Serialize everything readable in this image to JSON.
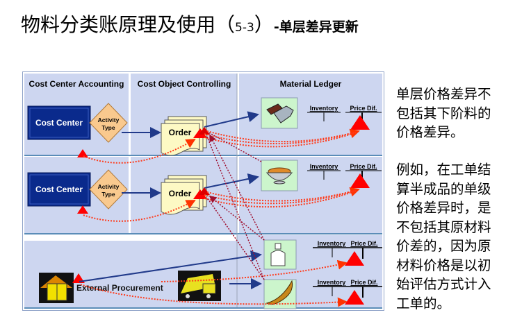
{
  "title": {
    "main": "物料分类账原理及使用（",
    "number": "5-3",
    "close": "）",
    "subtitle": "-单层差异更新"
  },
  "diagram": {
    "columns": [
      "Cost Center Accounting",
      "Cost Object Controlling",
      "Material Ledger"
    ],
    "rows": [
      {
        "cost_center": "Cost Center",
        "activity_type": [
          "Activity",
          "Type"
        ],
        "order": "Order",
        "material_icon": "chocolate-bar-icon",
        "ledger": {
          "inventory": "Inventory",
          "price_dif": "Price Dif."
        }
      },
      {
        "cost_center": "Cost Center",
        "activity_type": [
          "Activity",
          "Type"
        ],
        "order": "Order",
        "material_icon": "bowl-icon",
        "ledger": {
          "inventory": "Inventory",
          "price_dif": "Price Dif."
        }
      },
      {
        "procurement": "External Procurement",
        "procurement_icon": "package-icon",
        "truck_icon": "truck-icon",
        "materials": [
          {
            "icon": "milk-bottle-icon",
            "ledger": {
              "inventory": "Inventory",
              "price_dif": "Price Dif."
            }
          },
          {
            "icon": "banana-icon",
            "ledger": {
              "inventory": "Inventory",
              "price_dif": "Price Dif."
            }
          }
        ]
      }
    ],
    "colors": {
      "panel": "#cdd6f0",
      "cost_center": "#0a2a8c",
      "activity": "#f9c98e",
      "order": "#fdf9c4",
      "material_bg": "#ccf5cc",
      "arrow": "#213a8a",
      "variance": "#ff0000"
    }
  },
  "side_text": {
    "para1": [
      "单层价格差异不",
      "包括其下阶料的",
      "价格差异。"
    ],
    "para2": [
      "例如，在工单结",
      "算半成品的单级",
      "价格差异时，是",
      "不包括其原材料",
      "价差的，因为原",
      "材料价格是以初",
      "始评估方式计入",
      "工单的。"
    ]
  }
}
